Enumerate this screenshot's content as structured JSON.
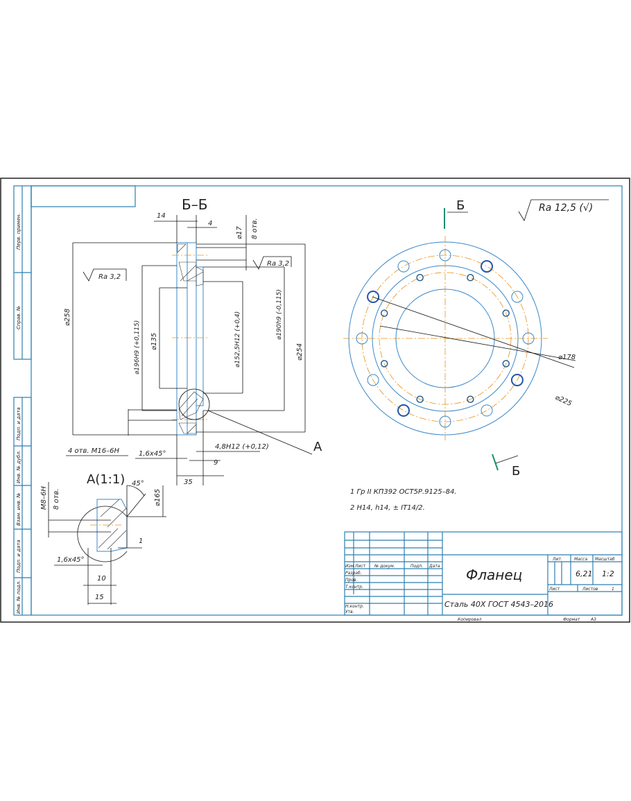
{
  "side_strip": [
    "Перв. примен.",
    "Справ. №",
    "Подп. и дата",
    "Инв. № дубл.",
    "Взам. инв. №",
    "Подп. и дата",
    "Инв. № подл."
  ],
  "section": {
    "title": "Б–Б",
    "dims": [
      "14",
      "4",
      "⌀17",
      "8 отв.",
      "Ra 3,2",
      "Ra 3,2",
      "⌀258",
      "⌀196H9 (+0,115)",
      "⌀135",
      "⌀152,5H12 (+0,4)",
      "⌀190h9 (-0,115)",
      "⌀254",
      "4 отв. M16–6H",
      "1,6x45°",
      "4,8H12 (+0,12)",
      "9",
      "35"
    ],
    "callout": "A"
  },
  "detail": {
    "title": "A(1:1)",
    "dims": [
      "M8–6H",
      "8 отв.",
      "45°",
      "⌀165",
      "1",
      "1,6x45°",
      "10",
      "15"
    ]
  },
  "front_view": {
    "section_mark": "Б",
    "roughness": "Ra 12,5 (√)",
    "dims": [
      "⌀178",
      "⌀225"
    ]
  },
  "notes": [
    "1 Гр II КП392 ОСТ5Р.9125–84.",
    "2 H14, h14, ± IT14/2."
  ],
  "title_block": {
    "headers": [
      "Изм",
      "Лист",
      "№ докум.",
      "Подп.",
      "Дата"
    ],
    "roles": [
      "Разраб.",
      "Пров.",
      "Т.контр.",
      "",
      "Н.контр.",
      "Утв."
    ],
    "name": "Фланец",
    "material": "Сталь 40Х ГОСТ 4543–2016",
    "lit_label": "Лит.",
    "mass_label": "Масса",
    "scale_label": "Масштаб",
    "mass": "6,21",
    "scale": "1:2",
    "sheet_label": "Лист",
    "sheets_label": "Листов",
    "sheets": "1",
    "copied": "Копировал",
    "format_label": "Формат",
    "format": "A3"
  }
}
